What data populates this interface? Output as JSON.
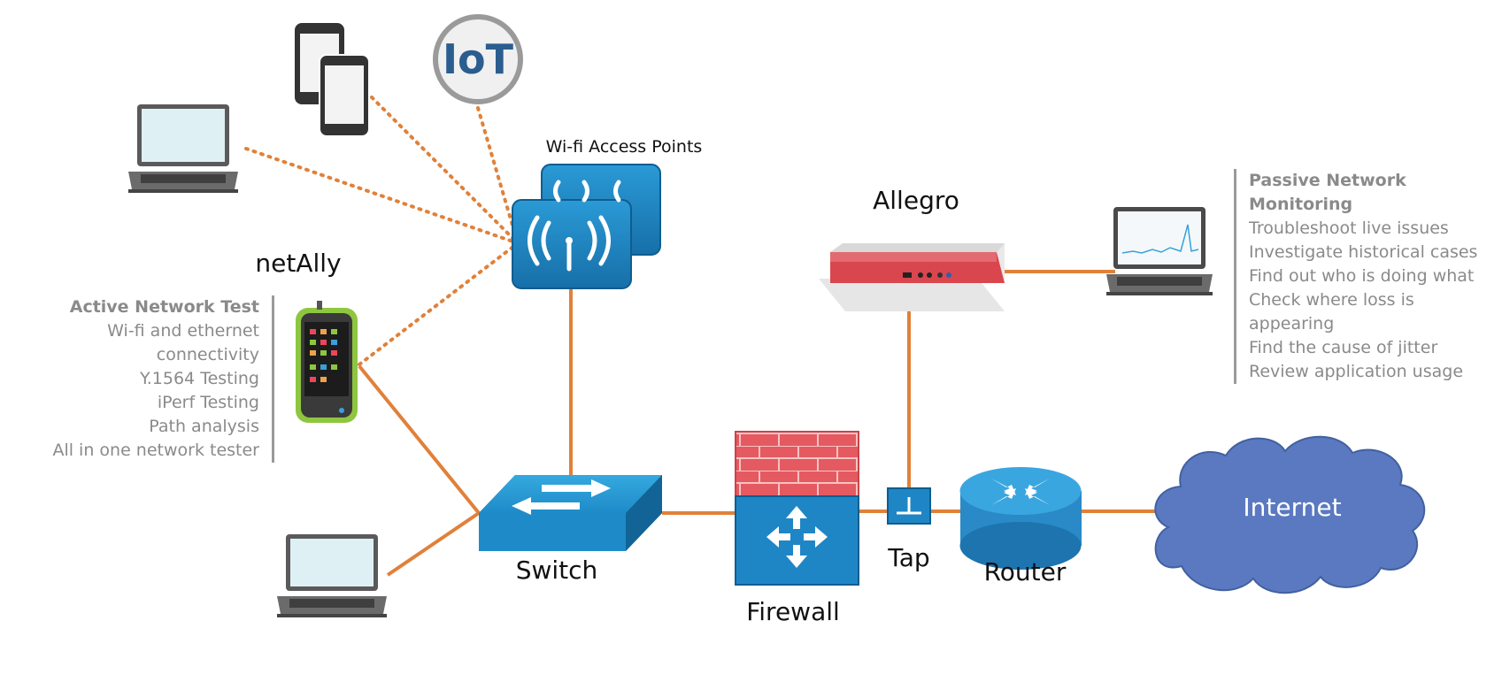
{
  "diagram": {
    "colors": {
      "link": "#e0813a",
      "device_blue": "#1f86c6",
      "firewall_red": "#e45a60",
      "cloud": "#5b79c1"
    },
    "nodes": {
      "iot": "IoT",
      "wifi_ap": "Wi-fi Access Points",
      "netally": "netAlly",
      "allegro": "Allegro",
      "switch": "Switch",
      "firewall": "Firewall",
      "tap": "Tap",
      "router": "Router",
      "internet": "Internet"
    },
    "active_test": {
      "title": "Active Network Test",
      "items": [
        "Wi-fi and ethernet connectivity",
        "Y.1564 Testing",
        "iPerf Testing",
        "Path analysis",
        "All in one network tester"
      ]
    },
    "passive_monitoring": {
      "title": "Passive Network Monitoring",
      "items": [
        "Troubleshoot live issues",
        "Investigate historical cases",
        "Find out who is doing what",
        "Check where loss is appearing",
        "Find the cause of jitter",
        "Review application usage"
      ]
    }
  }
}
